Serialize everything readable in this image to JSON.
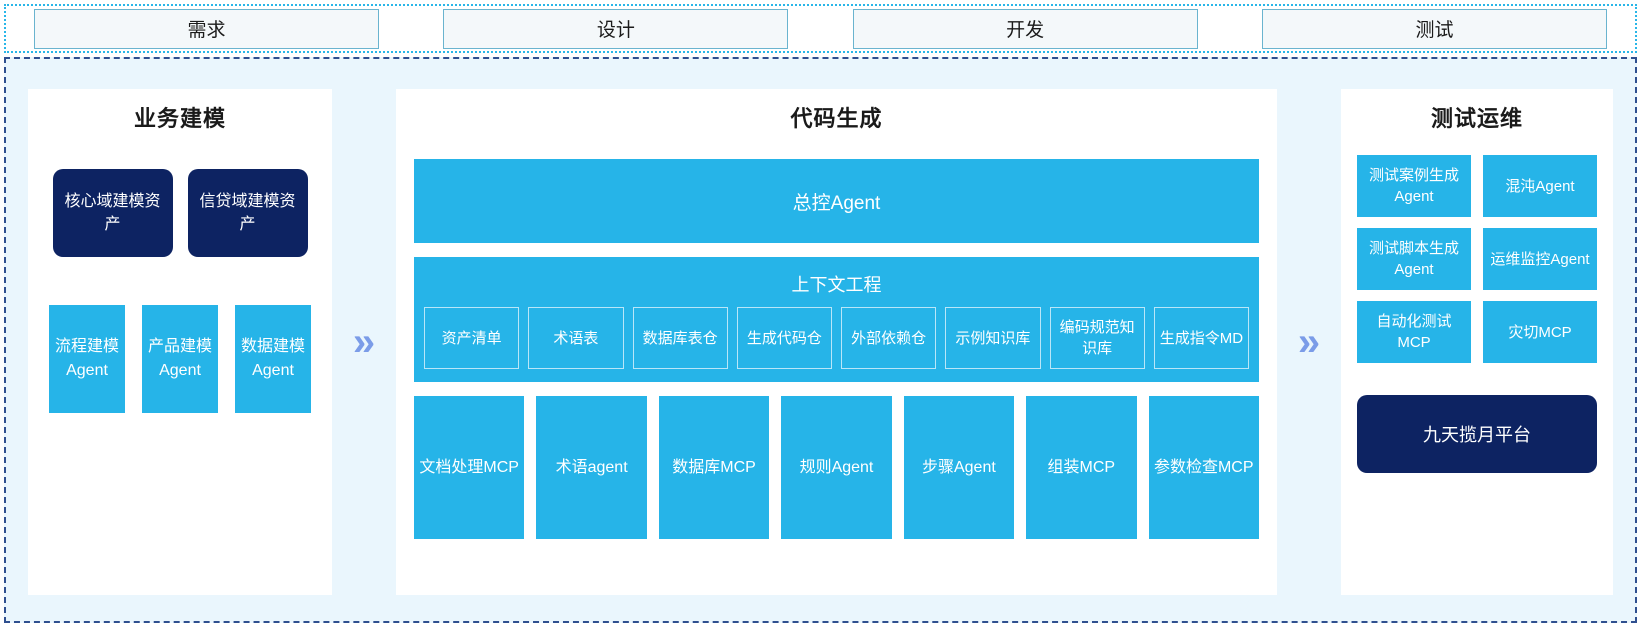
{
  "phases": {
    "items": [
      {
        "label": "需求"
      },
      {
        "label": "设计"
      },
      {
        "label": "开发"
      },
      {
        "label": "测试"
      }
    ]
  },
  "colors": {
    "accent_cyan": "#26b4e8",
    "navy": "#0d2362",
    "chevron": "#7b9ce8",
    "panel_bg": "#eaf6fd",
    "phase_border": "#6ab4cf"
  },
  "connectors": {
    "left_to_center": "»",
    "center_to_right": "»"
  },
  "left_panel": {
    "title": "业务建模",
    "assets": [
      {
        "label": "核心域建模资产"
      },
      {
        "label": "信贷域建模资产"
      }
    ],
    "agents": [
      {
        "label": "流程建模Agent"
      },
      {
        "label": "产品建模Agent"
      },
      {
        "label": "数据建模Agent"
      }
    ]
  },
  "center_panel": {
    "title": "代码生成",
    "master_agent": "总控Agent",
    "context": {
      "title": "上下文工程",
      "items": [
        {
          "label": "资产清单"
        },
        {
          "label": "术语表"
        },
        {
          "label": "数据库表仓"
        },
        {
          "label": "生成代码仓"
        },
        {
          "label": "外部依赖仓"
        },
        {
          "label": "示例知识库"
        },
        {
          "label": "编码规范知识库"
        },
        {
          "label": "生成指令MD"
        }
      ]
    },
    "tools": [
      {
        "label": "文档处理MCP"
      },
      {
        "label": "术语agent"
      },
      {
        "label": "数据库MCP"
      },
      {
        "label": "规则Agent"
      },
      {
        "label": "步骤Agent"
      },
      {
        "label": "组装MCP"
      },
      {
        "label": "参数检查MCP"
      }
    ]
  },
  "right_panel": {
    "title": "测试运维",
    "items": [
      {
        "label": "测试案例生成Agent"
      },
      {
        "label": "混沌Agent"
      },
      {
        "label": "测试脚本生成Agent"
      },
      {
        "label": "运维监控Agent"
      },
      {
        "label": "自动化测试MCP"
      },
      {
        "label": "灾切MCP"
      }
    ],
    "platform": "九天揽月平台"
  }
}
